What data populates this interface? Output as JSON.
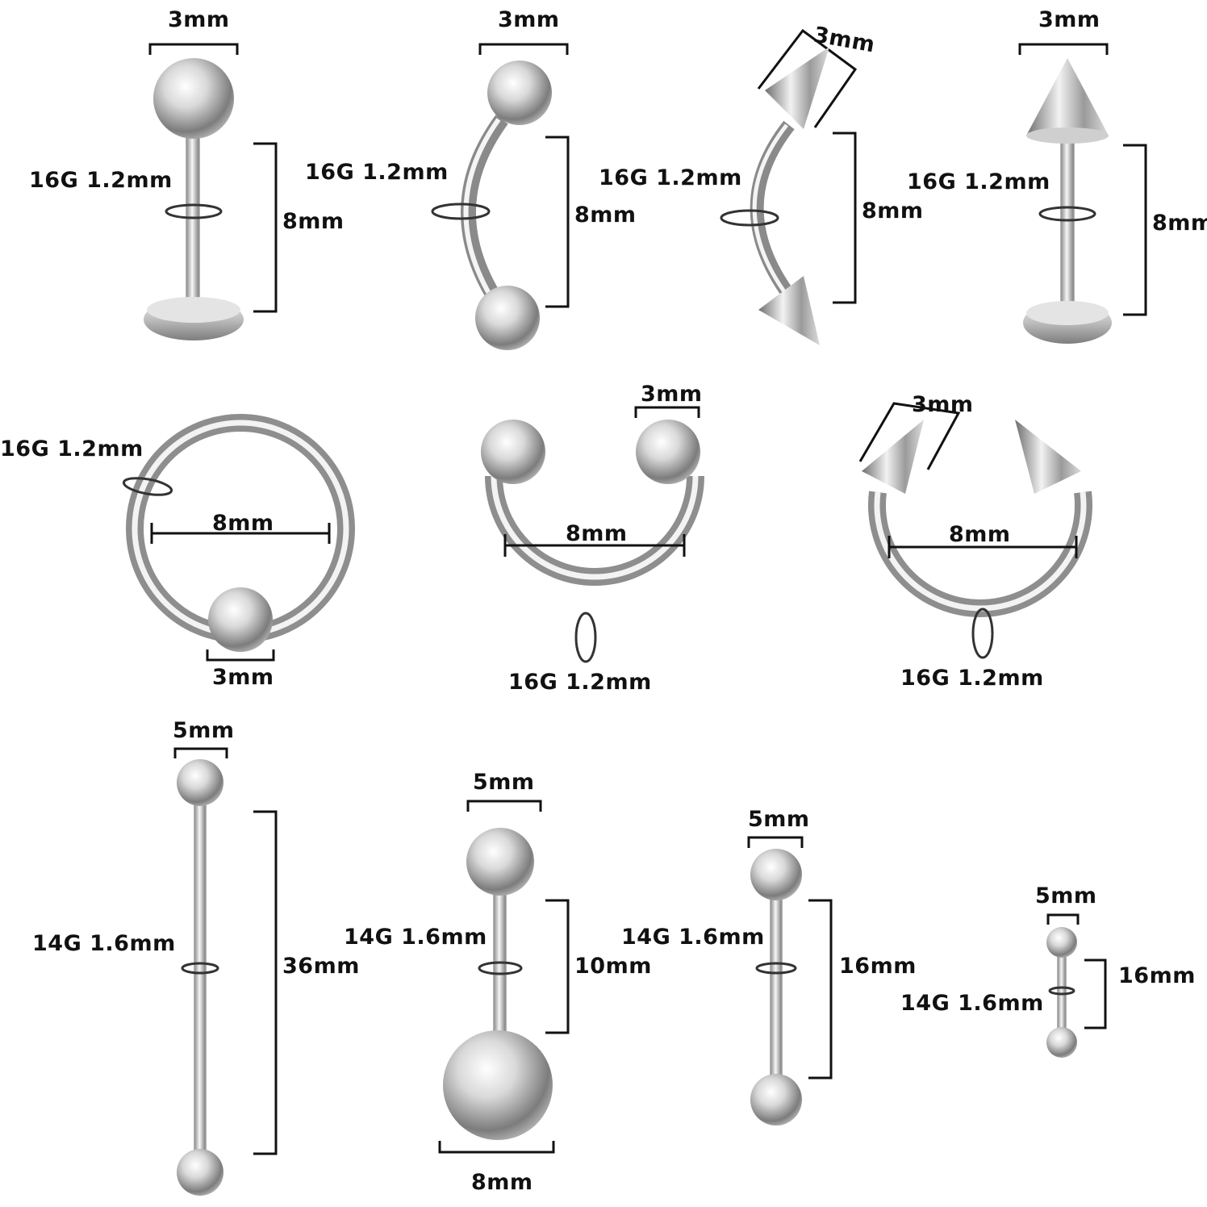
{
  "colors": {
    "background": "#ffffff",
    "text": "#111111",
    "metal_light": "#f4f4f4",
    "metal_mid": "#c4c4c4",
    "metal_dark": "#6a6a6a"
  },
  "items": [
    {
      "type": "labret-ball",
      "gauge": "16G  1.2mm",
      "ball": "3mm",
      "length": "8mm"
    },
    {
      "type": "curved-barbell-ball",
      "gauge": "16G  1.2mm",
      "ball": "3mm",
      "length": "8mm"
    },
    {
      "type": "curved-barbell-spike",
      "gauge": "16G  1.2mm",
      "ball": "3mm",
      "length": "8mm"
    },
    {
      "type": "labret-spike",
      "gauge": "16G  1.2mm",
      "ball": "3mm",
      "length": "8mm"
    },
    {
      "type": "captive-bead-ring",
      "gauge": "16G  1.2mm",
      "diameter": "8mm",
      "ball": "3mm"
    },
    {
      "type": "horseshoe-ball",
      "ball": "3mm",
      "diameter": "8mm",
      "gauge": "16G  1.2mm"
    },
    {
      "type": "horseshoe-spike",
      "ball": "3mm",
      "diameter": "8mm",
      "gauge": "16G  1.2mm"
    },
    {
      "type": "industrial-barbell",
      "ball": "5mm",
      "gauge": "14G  1.6mm",
      "length": "36mm"
    },
    {
      "type": "belly-button-ring",
      "ball": "5mm",
      "gauge": "14G  1.6mm",
      "length": "10mm",
      "bottom_ball": "8mm"
    },
    {
      "type": "straight-barbell",
      "ball": "5mm",
      "gauge": "14G  1.6mm",
      "length": "16mm"
    },
    {
      "type": "straight-barbell-small",
      "ball": "5mm",
      "length": "16mm",
      "gauge": "14G  1.6mm"
    }
  ]
}
